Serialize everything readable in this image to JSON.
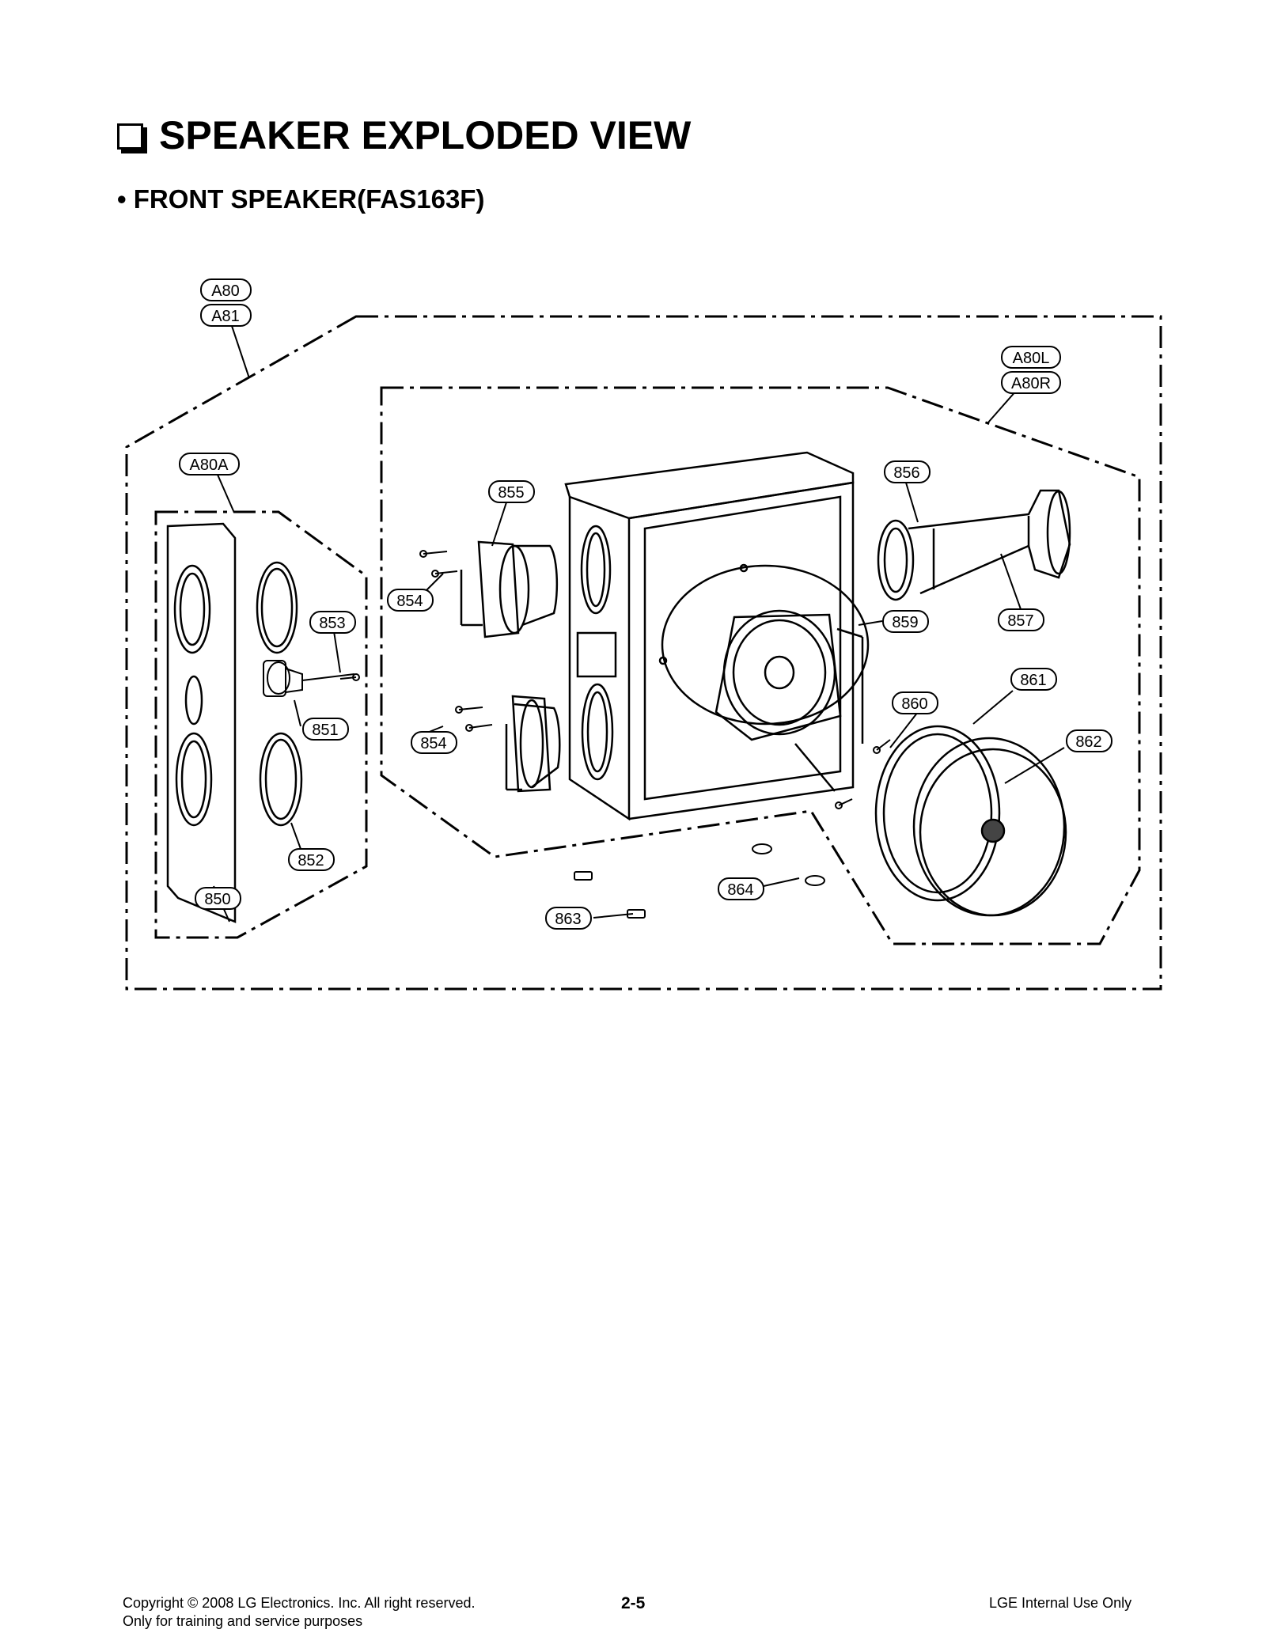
{
  "heading": {
    "title": "SPEAKER EXPLODED VIEW",
    "icon": "checkbox-bullet-icon"
  },
  "subheading": "• FRONT SPEAKER(FAS163F)",
  "callouts": {
    "a80": "A80",
    "a81": "A81",
    "a80l": "A80L",
    "a80r": "A80R",
    "a80a": "A80A",
    "p850": "850",
    "p851": "851",
    "p852": "852",
    "p853": "853",
    "p854_top": "854",
    "p854_bottom": "854",
    "p855": "855",
    "p856": "856",
    "p857": "857",
    "p859": "859",
    "p860": "860",
    "p861": "861",
    "p862": "862",
    "p863": "863",
    "p864": "864"
  },
  "footer": {
    "copyright": "Copyright © 2008 LG Electronics. Inc. All right reserved.",
    "training": "Only for training and service purposes",
    "page_number": "2-5",
    "internal": "LGE Internal Use Only"
  }
}
